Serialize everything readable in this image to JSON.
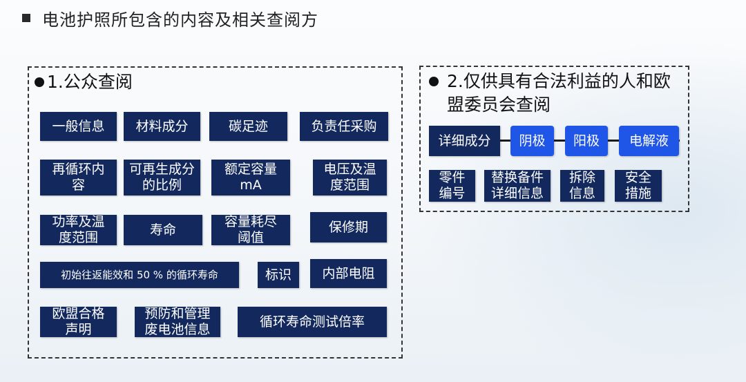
{
  "heading": "电池护照所包含的内容及相关查阅方",
  "public": {
    "title": "1.公众查阅",
    "items": [
      "一般信息",
      "材料成分",
      "碳足迹",
      "负责任采购",
      "再循环内容",
      "可再生成分的比例",
      "额定容量mA",
      "电压及温度范围",
      "功率及温度范围",
      "寿命",
      "容量耗尽阈值",
      "保修期",
      "初始往返能效和 50 % 的循环寿命",
      "标识",
      "内部电阻",
      "欧盟合格声明",
      "预防和管理废电池信息",
      "循环寿命测试倍率"
    ]
  },
  "eu": {
    "title": "2.仅供具有合法利益的人和欧盟委员会查阅",
    "chain": [
      "详细成分",
      "阴极",
      "阳极",
      "电解液"
    ],
    "items": [
      "零件编号",
      "替换备件详细信息",
      "拆除信息",
      "安全措施"
    ]
  },
  "colors": {
    "box_navy": "#13295e",
    "box_blue": "#1f56e8"
  }
}
